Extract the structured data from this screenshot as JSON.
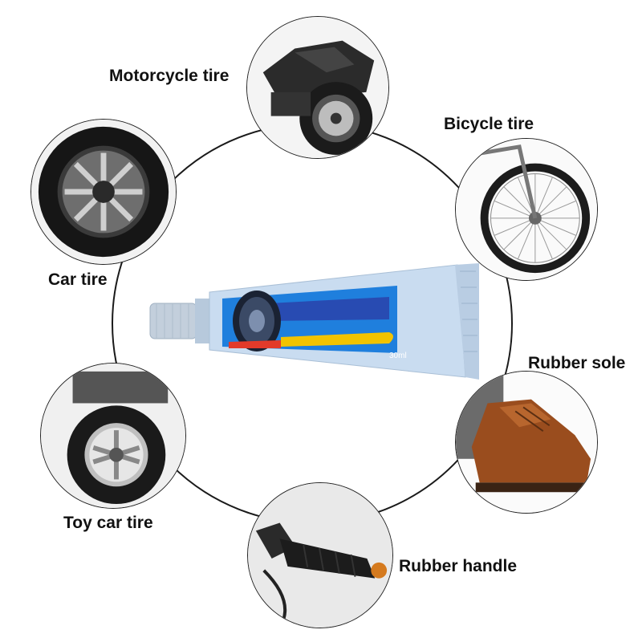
{
  "labels": {
    "motorcycle": "Motorcycle tire",
    "bicycle": "Bicycle tire",
    "car": "Car tire",
    "rubber_sole": "Rubber sole",
    "toy_car": "Toy car tire",
    "rubber_handle": "Rubber handle"
  },
  "product": {
    "volume": "30ml"
  },
  "colors": {
    "ring": "#1a1a1a",
    "tube_body": "#c9dcf0",
    "tube_label": "#1f7fdd",
    "stripe_yellow": "#f2c300",
    "stripe_red": "#e23a2a"
  }
}
